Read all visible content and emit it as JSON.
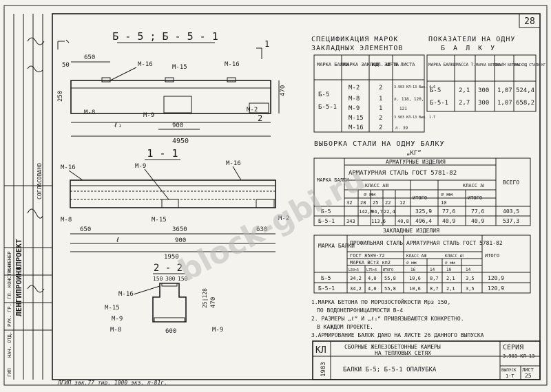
{
  "sheet_number": "28",
  "main_view": {
    "title": "Б - 5 ; Б - 5 - 1",
    "section_mark": "1",
    "dims": {
      "d650": "650",
      "d50": "50",
      "d250": "250",
      "d470": "470",
      "d900": "900",
      "d4950": "4950",
      "l1": "ℓ₁"
    },
    "marks": {
      "m16a": "М-16",
      "m15": "М-15",
      "m16b": "М-16",
      "m8": "М-8",
      "m9": "М-9",
      "m2": "М-2"
    }
  },
  "section_11": {
    "title": "1 - 1",
    "marks": {
      "m16l": "М-16",
      "m9": "М-9",
      "m16r": "М-16",
      "m8": "М-8",
      "m15": "М-15",
      "m2": "М-2"
    },
    "dims": {
      "d650l": "650",
      "d3650": "3650",
      "d630": "630",
      "l": "ℓ",
      "d900": "900",
      "d1950": "1950"
    }
  },
  "section_22": {
    "title": "2 - 2",
    "marks": {
      "m16": "М-16",
      "m15": "М-15",
      "m9l": "М-9",
      "m8": "М-8",
      "m9r": "М-9"
    },
    "dims": {
      "d150": "150",
      "d300": "300",
      "d150b": "150",
      "d600": "600",
      "d470": "470",
      "d25": "25|128"
    }
  },
  "spec_table": {
    "title1": "СПЕЦИФИКАЦИЯ МАРОК",
    "title2": "ЗАКЛАДНЫХ ЭЛЕМЕНТОВ",
    "headers": [
      "МАРКА БАЛКИ",
      "МАРКА ЗАКЛАД. ЭЛ-ТА",
      "КОЛ. ШТ",
      "№ ЛИСТА"
    ],
    "beams": [
      "Б-5",
      "Б-5-1"
    ],
    "rows": [
      {
        "mark": "М-2",
        "qty": "2",
        "sheet": "3.903 КЛ-13 Вып. 4-6"
      },
      {
        "mark": "М-8",
        "qty": "1",
        "sheet": "л. 118, 120,"
      },
      {
        "mark": "М-9",
        "qty": "1",
        "sheet": "121"
      },
      {
        "mark": "М-15",
        "qty": "2",
        "sheet": "3.903 КЛ-13 Вып. 1-Т"
      },
      {
        "mark": "М-16",
        "qty": "2",
        "sheet": "л. 39"
      }
    ]
  },
  "indicators": {
    "title1": "ПОКАЗАТЕЛИ НА ОДНУ",
    "title2": "Б А Л К У",
    "headers": [
      "МАРКА БАЛКИ",
      "МАССА Т.",
      "МАРКА БЕТОНА",
      "ОБЪЁМ БЕТОНА",
      "РАСХОД СТАЛИ КГ"
    ],
    "rows": [
      [
        "Б-5",
        "2,1",
        "300",
        "1,07",
        "524,4"
      ],
      [
        "Б-5-1",
        "2,7",
        "300",
        "1,07",
        "658,2"
      ]
    ]
  },
  "steel_table": {
    "title": "ВЫБОРКА СТАЛИ НА ОДНУ БАЛКУ",
    "subtitle": "„КГ“",
    "h_arm": "АРМАТУРНЫЕ ИЗДЕЛИЯ",
    "h_steel": "АРМАТУРНАЯ СТАЛЬ ГОСТ 5781-82",
    "h_mark": "МАРКА БАЛКИ",
    "h_class3": "КЛАСС АⅢ",
    "h_class1": "КЛАСС АⅠ",
    "h_dia": "⌀ мм",
    "h_total": "ИТОГО",
    "h_all": "ВСЕГО",
    "dia3": [
      "32",
      "28",
      "25",
      "22",
      "12"
    ],
    "dia1": "10",
    "rows": [
      {
        "mark": "Б-5",
        "v": [
          "",
          "142,8",
          "94,7",
          "22,4",
          ""
        ],
        "tot3": "325,9",
        "v1": "77,6",
        "tot1": "77,6",
        "all": "403,5"
      },
      {
        "mark": "Б-5-1",
        "v": [
          "343",
          "",
          "113,6",
          "",
          "40,8"
        ],
        "tot3": "496,4",
        "v1": "40,9",
        "tot1": "40,9",
        "all": "537,3"
      }
    ]
  },
  "embedded_table": {
    "h_emb": "ЗАКЛАДНЫЕ ИЗДЕЛИЯ",
    "h_mark": "МАРКА БАЛКИ",
    "h_prof": "ПРОФИЛЬНАЯ СТАЛЬ",
    "h_armst": "АРМАТУРНАЯ СТАЛЬ ГОСТ 5781-82",
    "h_gost": "ГОСТ 8509-72",
    "h_mk": "МАРКА ВСт3 кп2",
    "h_c3": "КЛАСС АⅢ",
    "h_c1": "КЛАСС АⅠ",
    "h_d": "⌀ мм",
    "h_tot": "ИТОГО",
    "sub": [
      "L50×5",
      "L75×6",
      "ИТОГО",
      "16",
      "14",
      "10",
      "14"
    ],
    "rows": [
      [
        "Б-5",
        "34,2",
        "4,0",
        "55,8",
        "10,6",
        "8,7",
        "2,1",
        "3,5",
        "120,9"
      ],
      [
        "Б-5-1",
        "34,2",
        "4,0",
        "55,8",
        "10,6",
        "8,7",
        "2,1",
        "3,5",
        "120,9"
      ]
    ]
  },
  "notes": [
    "1.МАРКА БЕТОНА ПО МОРОЗОСТОЙКОСТИ Мрз 150,",
    "ПО ВОДОНЕПРОНИЦАЕМОСТИ В-4",
    "2. РАЗМЕРЫ „ℓ“ И „ℓ₁“ ПРИВЯЗЫВАЮТСЯ КОНКРЕТНО.",
    "В КАЖДОМ ПРОЕКТЕ.",
    "3.АРМИРОВАНИЕ БАЛОК ДАНО НА ЛИСТЕ 26 ДАННОГО ВЫПУСКА"
  ],
  "title_block": {
    "kl": "КЛ",
    "year": "1983",
    "line1": "СБОРНЫЕ ЖЕЛЕЗОБЕТОННЫЕ КАМЕРЫ",
    "line2": "НА ТЕПЛОВЫХ СЕТЯХ",
    "line3": "БАЛКИ Б-5; Б-5-1  ОПАЛУБКА",
    "series_label": "СЕРИЯ",
    "series_value": "3.903 КЛ-13",
    "issue_label": "ВЫПУСК",
    "issue_value": "1-Т",
    "sheet_label": "ЛИСТ",
    "sheet_value": "25"
  },
  "left_strip": {
    "org": "ЛЕНГИПРОИНЖПРОЕКТ",
    "agreed": "СОГЛАСОВАНО",
    "roles": [
      "ИНЖЕНЕР",
      "ГЛ. КОНСТР.",
      "РУК. ГР.",
      "НАЧ. ОТД.",
      "ГИП"
    ]
  },
  "footer": "ЛГИП зак.77 тир. 1000 экз. п-81г.",
  "watermark": "block-gbi.ru"
}
